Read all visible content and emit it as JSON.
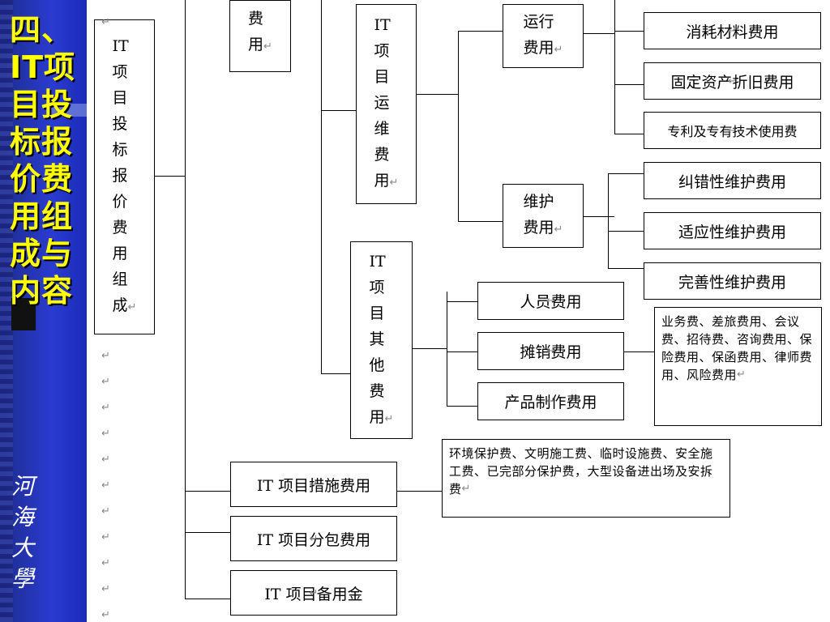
{
  "slide": {
    "title": "四、\nIT项\n目投\n标报\n价费\n用组\n成与\n内容",
    "seal": [
      "河",
      "海",
      "大",
      "學"
    ]
  },
  "diagram": {
    "root": "IT项目投标报价费用组成",
    "top_partial": "间费用",
    "ops_cost": "IT项目运维费用",
    "run_cost": "运行费用",
    "run_items": [
      "消耗材料费用",
      "固定资产折旧费用",
      "专利及专有技术使用费"
    ],
    "maint_cost": "维护费用",
    "maint_items": [
      "纠错性维护费用",
      "适应性维护费用",
      "完善性维护费用"
    ],
    "other_cost": "IT项目其他费用",
    "other_items": [
      "人员费用",
      "摊销费用",
      "产品制作费用"
    ],
    "amortization_detail": "业务费、差旅费用、会议费、招待费、咨询费用、保险费用、保函费用、律师费用、风险费用",
    "measures_cost": "IT 项目措施费用",
    "measures_detail": "环境保护费、文明施工费、临时设施费、安全施工费、已完部分保护费，大型设备进出场及安拆费",
    "subcontract_cost": "IT 项目分包费用",
    "reserve_cost": "IT 项目备用金",
    "return_mark": "↵"
  }
}
